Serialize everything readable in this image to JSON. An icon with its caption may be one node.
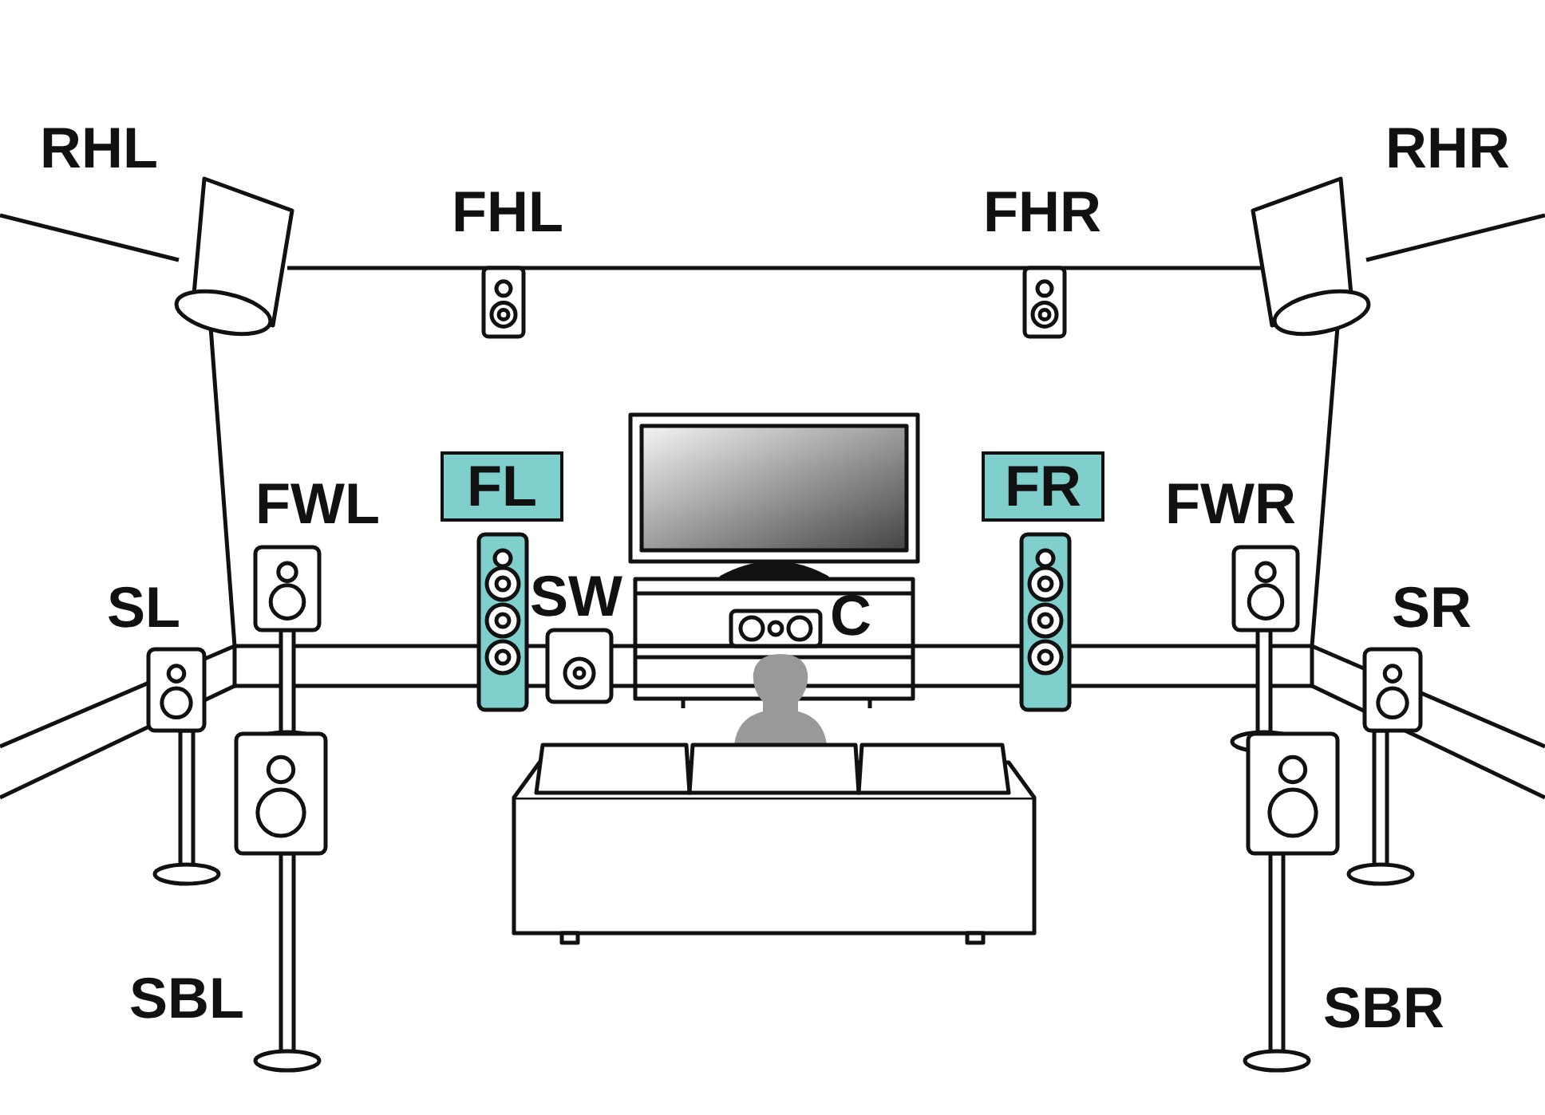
{
  "diagram": {
    "nodes": [
      {
        "text": [
          "FL"
        ]
      },
      {
        "text": [
          "FR"
        ]
      }
    ],
    "labels": [
      "RHL",
      "RHR",
      "FHL",
      "FHR",
      "FWL",
      "FWR",
      "SL",
      "SW",
      "C",
      "SR",
      "SBL",
      "SBR"
    ]
  }
}
